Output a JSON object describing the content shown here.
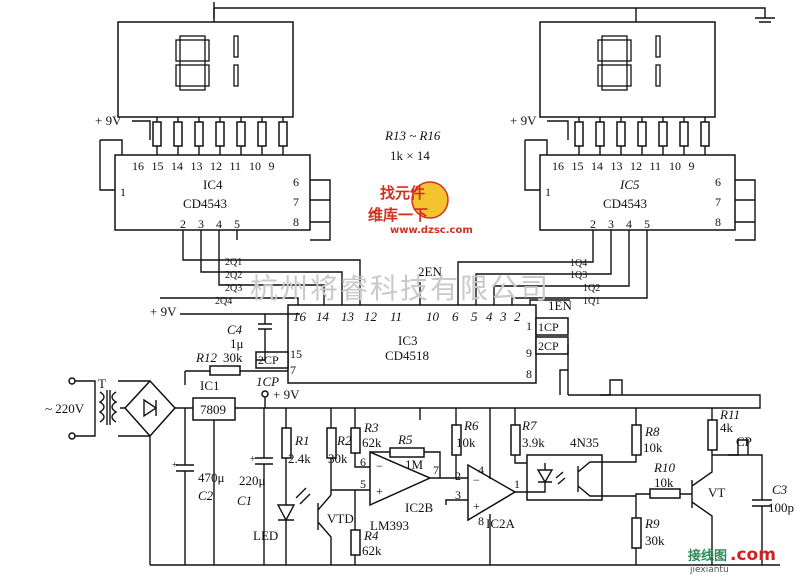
{
  "supply": {
    "v9_a": "+ 9V",
    "v9_b": "+ 9V",
    "v9_c": "+ 9V",
    "v9_d": "+ 9V",
    "ac": "~ 220V"
  },
  "resistor_note": {
    "range": "R13 ~ R16",
    "value": "1k × 14"
  },
  "ic4": {
    "name": "IC4",
    "part": "CD4543",
    "top_pins": [
      "16",
      "15",
      "14",
      "13",
      "12",
      "11",
      "10",
      "9"
    ],
    "bottom_pins": [
      "2",
      "3",
      "4",
      "5"
    ],
    "left_pin": "1",
    "right_pins": [
      "6",
      "7",
      "8"
    ]
  },
  "ic5": {
    "name": "IC5",
    "part": "CD4543",
    "top_pins": [
      "16",
      "15",
      "14",
      "13",
      "12",
      "11",
      "10",
      "9"
    ],
    "bottom_pins": [
      "2",
      "3",
      "4",
      "5"
    ],
    "left_pin": "1",
    "right_pins": [
      "6",
      "7",
      "8"
    ]
  },
  "ic3": {
    "name": "IC3",
    "part": "CD4518",
    "top_pins": [
      "16",
      "14",
      "13",
      "12",
      "11",
      "10",
      "6",
      "5",
      "4",
      "3",
      "2"
    ],
    "left_pins": [
      "15",
      "7"
    ],
    "right_pins": [
      "1",
      "9",
      "8"
    ],
    "right_boxes": [
      "1CP",
      "2CP"
    ],
    "left_box": "2CP"
  },
  "bus": {
    "q2_1": "2Q1",
    "q2_2": "2Q2",
    "q2_3": "2Q3",
    "q2_4": "2Q4",
    "en2": "2EN",
    "q1_4": "1Q4",
    "q1_3": "1Q3",
    "q1_2": "1Q2",
    "q1_1": "1Q1",
    "en1": "1EN",
    "cp1": "1CP"
  },
  "components": {
    "c4": "C4",
    "c4_val": "1μ",
    "r12": "R12",
    "r12_val": "30k",
    "t": "T",
    "ic1": "IC1",
    "reg": "7809",
    "c2": "C2",
    "c2_val": "470μ",
    "c1": "C1",
    "c1_val": "220μ",
    "r1": "R1",
    "r1_val": "2.4k",
    "r2": "R2",
    "r2_val": "30k",
    "r3": "R3",
    "r3_val": "62k",
    "r5": "R5",
    "r5_val": "1M",
    "r6": "R6",
    "r6_val": "10k",
    "r4": "R4",
    "r4_val": "62k",
    "r7": "R7",
    "r7_val": "3.9k",
    "opto": "4N35",
    "r8": "R8",
    "r8_val": "10k",
    "r10": "R10",
    "r10_val": "10k",
    "r9": "R9",
    "r9_val": "30k",
    "r11": "R11",
    "r11_val": "4k",
    "c3": "C3",
    "c3_val": "100p",
    "cp": "CP",
    "vt": "VT",
    "led": "LED",
    "vtd": "VTD",
    "ic2b": "IC2B",
    "lm393": "LM393",
    "ic2a": "IC2A",
    "op_pins": [
      "6",
      "5",
      "7",
      "2",
      "3",
      "1",
      "4",
      "8"
    ]
  },
  "watermark": "杭州将睿科技有限公司",
  "logo": {
    "cn": "维库一下",
    "url": "www.dzsc.com",
    "badge": "找元件"
  },
  "brand": {
    "cn": "接线图",
    "com": ".com",
    "sub": "jiexiantu"
  }
}
